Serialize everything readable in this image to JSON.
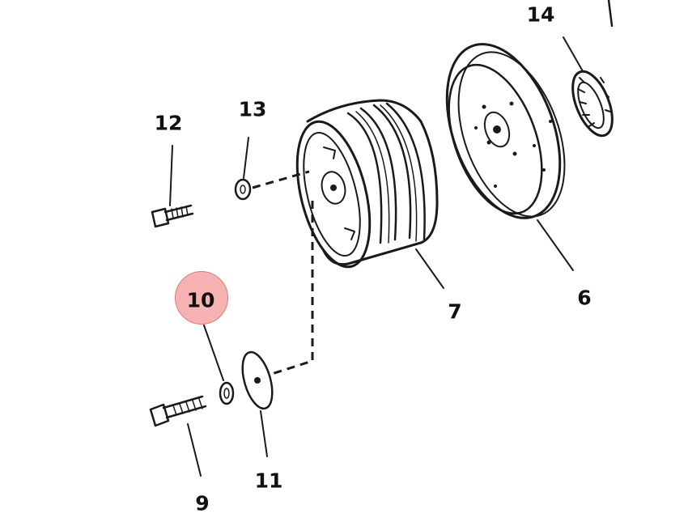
{
  "diagram": {
    "highlight_color": "#f7b3b3",
    "highlight_border": "#e07878",
    "ink_color": "#1a1a1a",
    "highlighted_callout": "10",
    "callouts": [
      {
        "id": "c14",
        "label": "14"
      },
      {
        "id": "c12",
        "label": "12"
      },
      {
        "id": "c13",
        "label": "13"
      },
      {
        "id": "c10",
        "label": "10"
      },
      {
        "id": "c7",
        "label": "7"
      },
      {
        "id": "c6",
        "label": "6"
      },
      {
        "id": "c11",
        "label": "11"
      },
      {
        "id": "c9",
        "label": "9"
      }
    ]
  }
}
